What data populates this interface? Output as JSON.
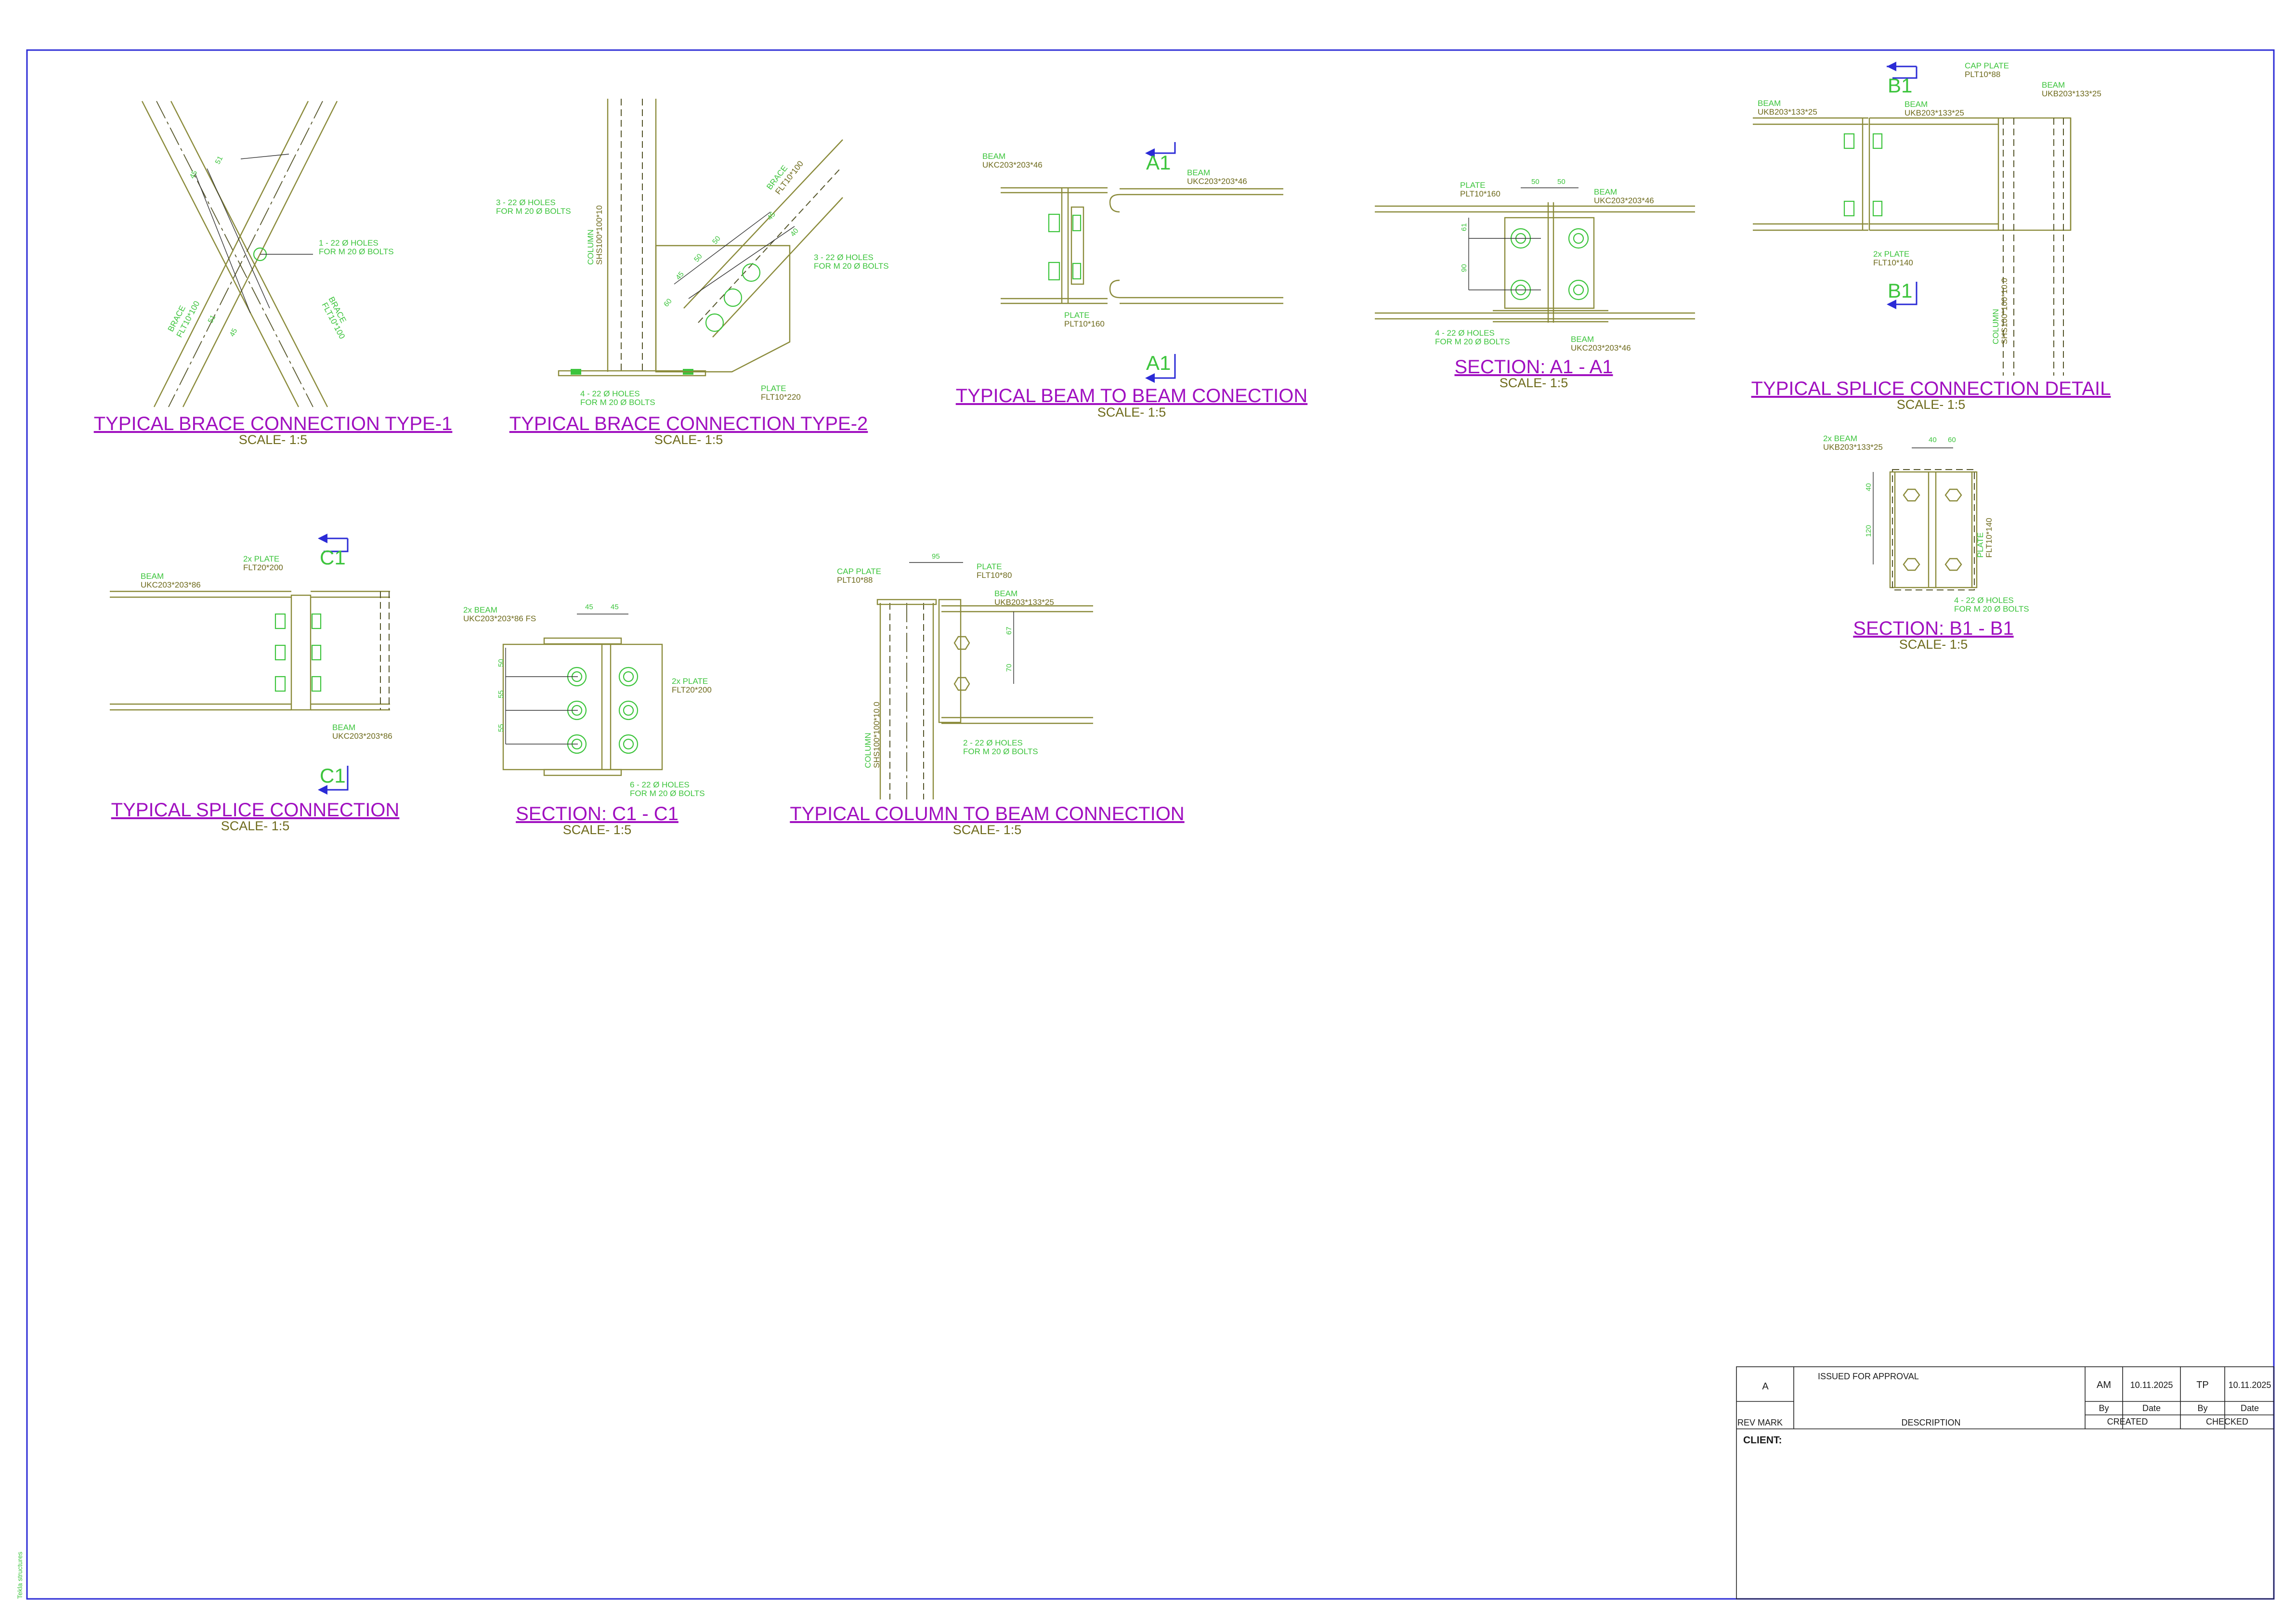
{
  "colors": {
    "border": "#2b2bd6",
    "title": "#a010c0",
    "label_green": "#3cc43c",
    "label_olive": "#6e6a1c",
    "steel_line": "#8a8a3a",
    "section_marker": "#2b2bd6"
  },
  "details": {
    "brace1": {
      "title": "TYPICAL BRACE CONNECTION TYPE-1",
      "scale": "SCALE- 1:5",
      "note_l1": "1 - 22 Ø HOLES",
      "note_l2": "FOR M 20 Ø BOLTS",
      "brace_a_l1": "BRACE",
      "brace_a_l2": "FLT10*100",
      "brace_b_l1": "BRACE",
      "brace_b_l2": "FLT10*100",
      "dim_a": "45",
      "dim_b": "51",
      "dim_c": "51",
      "dim_d": "45"
    },
    "brace2": {
      "title": "TYPICAL BRACE CONNECTION TYPE-2",
      "scale": "SCALE- 1:5",
      "holes_top_l1": "3 - 22 Ø HOLES",
      "holes_top_l2": "FOR M 20 Ø BOLTS",
      "column_l1": "COLUMN",
      "column_l2": "SHS100*100*10",
      "brace_l1": "BRACE",
      "brace_l2": "FLT10*100",
      "holes_right_l1": "3 - 22 Ø HOLES",
      "holes_right_l2": "FOR M 20 Ø BOLTS",
      "holes_base_l1": "4 - 22 Ø HOLES",
      "holes_base_l2": "FOR M 20 Ø BOLTS",
      "plate_l1": "PLATE",
      "plate_l2": "FLT10*220",
      "dims": [
        "45",
        "50",
        "50",
        "45",
        "40",
        "60"
      ]
    },
    "beam2beam": {
      "title": "TYPICAL BEAM TO BEAM CONECTION",
      "scale": "SCALE- 1:5",
      "marker": "A1",
      "beam_left_l1": "BEAM",
      "beam_left_l2": "UKC203*203*46",
      "beam_right_l1": "BEAM",
      "beam_right_l2": "UKC203*203*46",
      "plate_l1": "PLATE",
      "plate_l2": "PLT10*160"
    },
    "secA1": {
      "title": "SECTION: A1  -  A1",
      "scale": "SCALE- 1:5",
      "plate_l1": "PLATE",
      "plate_l2": "PLT10*160",
      "beam_top_l1": "BEAM",
      "beam_top_l2": "UKC203*203*46",
      "holes_l1": "4 - 22 Ø HOLES",
      "holes_l2": "FOR M 20 Ø BOLTS",
      "beam_bot_l1": "BEAM",
      "beam_bot_l2": "UKC203*203*46",
      "dims": [
        "50",
        "50",
        "61",
        "90"
      ]
    },
    "splice_detail": {
      "title": "TYPICAL SPLICE CONNECTION DETAIL",
      "scale": "SCALE- 1:5",
      "marker": "B1",
      "beam_left_l1": "BEAM",
      "beam_left_l2": "UKB203*133*25",
      "beam_mid_l1": "BEAM",
      "beam_mid_l2": "UKB203*133*25",
      "cap_l1": "CAP  PLATE",
      "cap_l2": "PLT10*88",
      "beam_right_l1": "BEAM",
      "beam_right_l2": "UKB203*133*25",
      "plate_l1": "2x PLATE",
      "plate_l2": "FLT10*140",
      "column_l1": "COLUMN",
      "column_l2": "SHS100*100*10.0"
    },
    "secB1": {
      "title": "SECTION: B1  -  B1",
      "scale": "SCALE- 1:5",
      "beam_l1": "2x BEAM",
      "beam_l2": "UKB203*133*25",
      "plate_l1": "PLATE",
      "plate_l2": "FLT10*140",
      "holes_l1": "4 - 22 Ø HOLES",
      "holes_l2": "FOR M 20 Ø BOLTS",
      "dims": [
        "40",
        "60",
        "40",
        "120"
      ]
    },
    "splice": {
      "title": "TYPICAL SPLICE CONNECTION",
      "scale": "SCALE- 1:5",
      "marker": "C1",
      "beam_top_l1": "BEAM",
      "beam_top_l2": "UKC203*203*86",
      "plate_l1": "2x PLATE",
      "plate_l2": "FLT20*200",
      "beam_bot_l1": "BEAM",
      "beam_bot_l2": "UKC203*203*86"
    },
    "secC1": {
      "title": "SECTION: C1  -  C1",
      "scale": "SCALE- 1:5",
      "beam_l1": "2x BEAM",
      "beam_l2": "UKC203*203*86 FS",
      "plate_l1": "2x PLATE",
      "plate_l2": "FLT20*200",
      "holes_l1": "6 - 22 Ø HOLES",
      "holes_l2": "FOR M 20 Ø BOLTS",
      "dims": [
        "45",
        "45",
        "50",
        "55",
        "55"
      ]
    },
    "col2beam": {
      "title": "TYPICAL COLUMN TO BEAM CONNECTION",
      "scale": "SCALE- 1:5",
      "cap_l1": "CAP  PLATE",
      "cap_l2": "PLT10*88",
      "plate_l1": "PLATE",
      "plate_l2": "FLT10*80",
      "beam_l1": "BEAM",
      "beam_l2": "UKB203*133*25",
      "column_l1": "COLUMN",
      "column_l2": "SHS100*100*10.0",
      "holes_l1": "2 - 22 Ø HOLES",
      "holes_l2": "FOR M 20 Ø BOLTS",
      "dims": [
        "95",
        "67",
        "70"
      ]
    }
  },
  "title_block": {
    "rev": "A",
    "description": "ISSUED FOR APPROVAL",
    "by_created": "AM",
    "date_created": "10.11.2025",
    "by_checked": "TP",
    "date_checked": "10.11.2025",
    "h_by1": "By",
    "h_date1": "Date",
    "h_by2": "By",
    "h_date2": "Date",
    "h_rev": "REV MARK",
    "h_desc": "DESCRIPTION",
    "h_created": "CREATED",
    "h_checked": "CHECKED",
    "client_label": "CLIENT:"
  },
  "side_note": "Tekla structures"
}
